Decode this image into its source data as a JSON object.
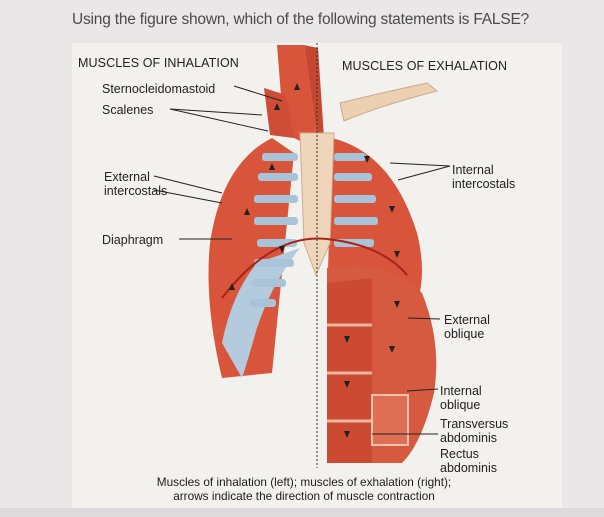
{
  "question": "Using the figure shown, which of the following statements is FALSE?",
  "figure": {
    "inhalation_header": "MUSCLES OF INHALATION",
    "exhalation_header": "MUSCLES OF EXHALATION",
    "labels": {
      "sternocleidomastoid": "Sternocleidomastoid",
      "scalenes": "Scalenes",
      "external_intercostals_1": "External",
      "external_intercostals_2": "intercostals",
      "diaphragm": "Diaphragm",
      "internal_intercostals_1": "Internal",
      "internal_intercostals_2": "intercostals",
      "external_oblique_1": "External",
      "external_oblique_2": "oblique",
      "internal_oblique_1": "Internal",
      "internal_oblique_2": "oblique",
      "transversus_1": "Transversus",
      "transversus_2": "abdominis",
      "rectus_1": "Rectus",
      "rectus_2": "abdominis"
    },
    "caption_line1": "Muscles of inhalation (left); muscles of exhalation (right);",
    "caption_line2": "arrows indicate the direction of muscle contraction"
  },
  "colors": {
    "muscle": "#d8553c",
    "muscle_dark": "#b53a26",
    "bone": "#f0d2b4",
    "cartilage": "#a9c4d8",
    "tendon": "#ead6c0"
  }
}
